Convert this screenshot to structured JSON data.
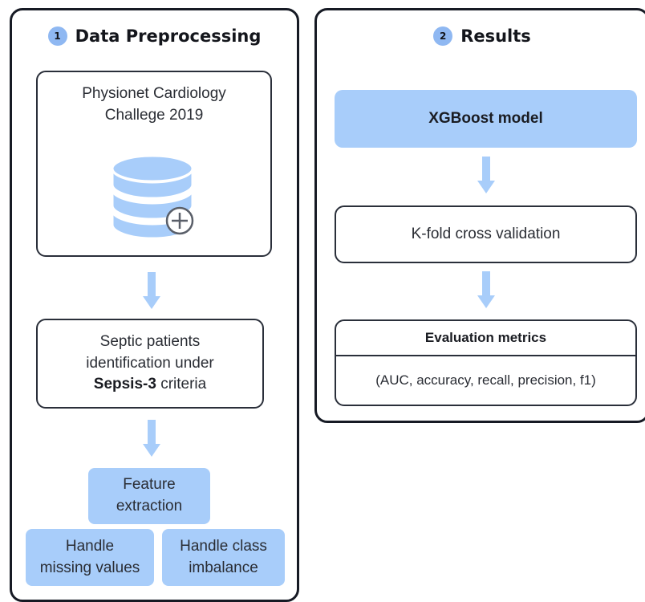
{
  "panels": {
    "preprocessing": {
      "badge": "1",
      "title": "Data Preprocessing",
      "dataset": {
        "line1": "Physionet Cardiology",
        "line2": "Challege 2019"
      },
      "database_icon": "database-plus-icon",
      "identification": {
        "line1": "Septic patients",
        "line2": "identification under",
        "bold": "Sepsis-3",
        "rest": " criteria"
      },
      "feature": {
        "line1": "Feature",
        "line2": "extraction"
      },
      "missing": {
        "line1": "Handle",
        "line2": "missing values"
      },
      "imbalance": {
        "line1": "Handle class",
        "line2": "imbalance"
      }
    },
    "results": {
      "badge": "2",
      "title": "Results",
      "model": "XGBoost model",
      "cv": "K-fold cross validation",
      "metrics_title": "Evaluation metrics",
      "metrics_list": "(AUC, accuracy, recall, precision, f1)"
    }
  },
  "colors": {
    "fill": "#a8cdfa",
    "border": "#161a24",
    "badge": "#8fb8f2"
  }
}
